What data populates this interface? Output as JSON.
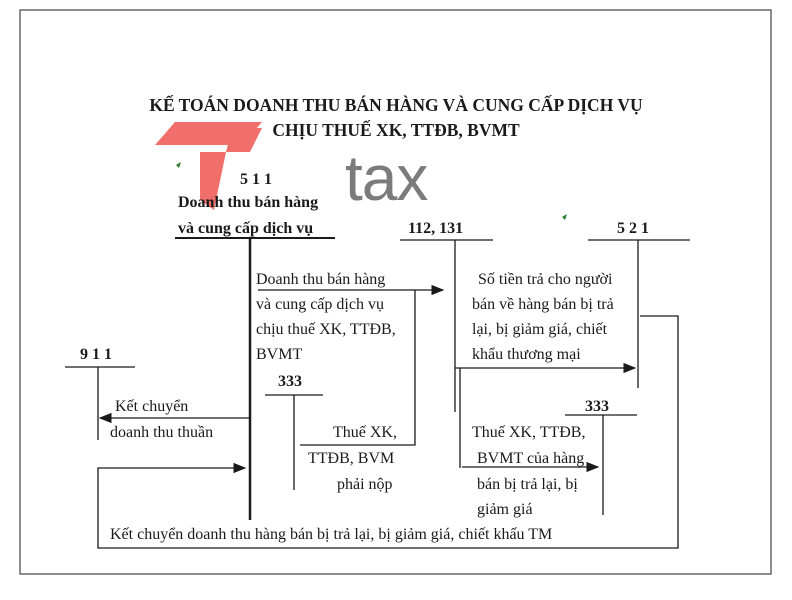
{
  "title": {
    "line1": "KẾ TOÁN DOANH THU BÁN HÀNG VÀ CUNG CẤP DỊCH VỤ",
    "line2": "CHỊU THUẾ XK, TTĐB, BVMT"
  },
  "logo": {
    "text": "tax",
    "accent_color": "#f0605a"
  },
  "accounts": {
    "a511": {
      "number": "5 1 1",
      "name_line1": "Doanh thu bán hàng",
      "name_line2": "và cung cấp dịch vụ"
    },
    "a112": {
      "number": "112, 131"
    },
    "a521": {
      "number": "5 2 1"
    },
    "a911": {
      "number": "9 1 1"
    },
    "a333_left": {
      "number": "333"
    },
    "a333_right": {
      "number": "333"
    }
  },
  "labels": {
    "revenue": [
      "Doanh thu bán hàng",
      " và cung cấp dịch vụ",
      "chịu thuế XK, TTĐB,",
      "BVMT"
    ],
    "transfer_net": [
      "Kết chuyển",
      "doanh thu thuần"
    ],
    "tax_payable": [
      "Thuế XK,",
      "TTĐB, BVM",
      "phải nộp"
    ],
    "refund": [
      "Số tiền trả cho người",
      "bán về  hàng bán bị trả",
      "lại, bị giảm giá, chiết",
      "khẩu thương mại"
    ],
    "tax_returned": [
      "Thuế XK, TTĐB,",
      "BVMT của hàng",
      "bán bị trả lại, bị",
      "giảm giá"
    ],
    "transfer_deductions": "Kết chuyển doanh thu hàng bán bị trả lại, bị giảm giá, chiết khấu TM"
  }
}
